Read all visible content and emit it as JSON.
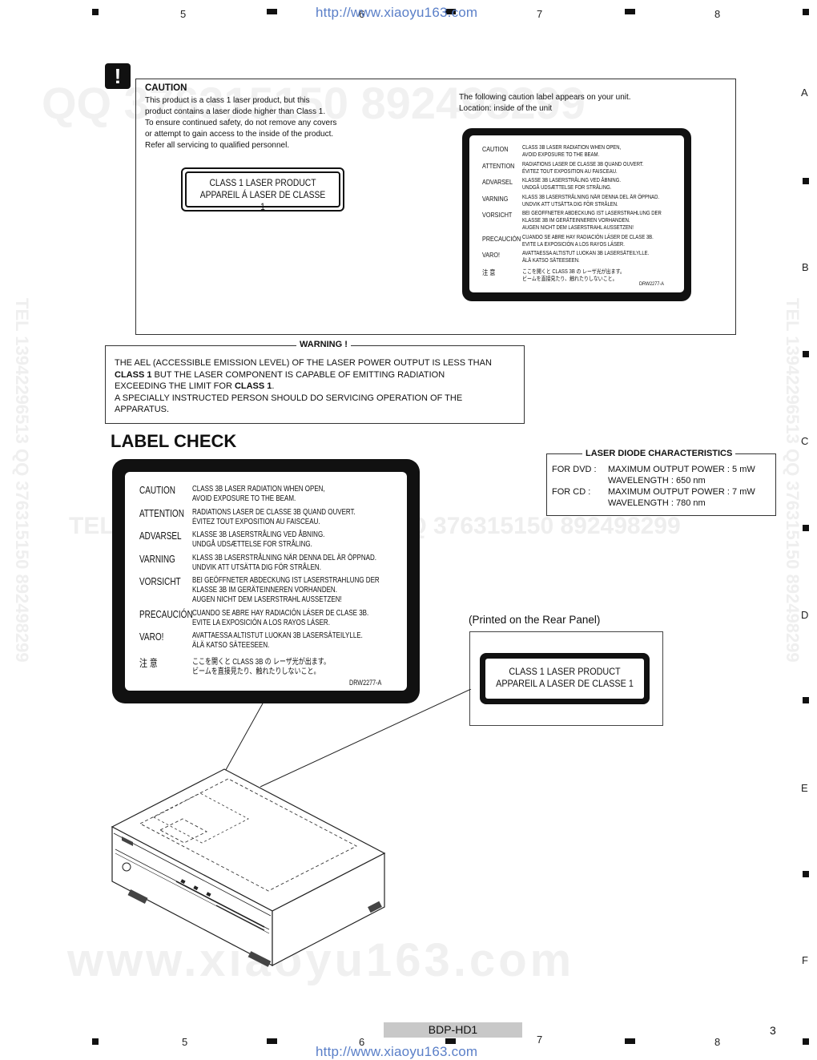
{
  "header": {
    "col_numbers": [
      "5",
      "6",
      "7",
      "8"
    ],
    "url": "http://www.xiaoyu163.com"
  },
  "row_letters": [
    "A",
    "B",
    "C",
    "D",
    "E",
    "F"
  ],
  "watermarks": {
    "qq_top": "QQ 376315150  892498299",
    "tel_left": "TEL 13942296513",
    "qq_mid": "QQ 376315150 892498299",
    "site_bottom": "www.xiaoyu163.com",
    "vertical_right": "TEL 13942296513  QQ 376315150  892498299"
  },
  "caution": {
    "title": "CAUTION",
    "lines": [
      "This product is a class 1 laser product, but this",
      "product contains a laser diode higher than Class 1.",
      "To  ensure continued safety, do not remove any covers",
      "or attempt to gain access to the inside of the product.",
      "Refer all servicing to qualified personnel."
    ],
    "class1_label": [
      "CLASS 1 LASER PRODUCT",
      "APPAREIL Á LASER DE CLASSE 1"
    ],
    "right_intro": [
      "The following caution label appears on your unit.",
      "Location: inside of the unit"
    ]
  },
  "caution_label": {
    "rows": [
      {
        "key": "CAUTION",
        "text": [
          "CLASS 3B LASER RADIATION WHEN OPEN,",
          "AVOID EXPOSURE TO THE BEAM."
        ]
      },
      {
        "key": "ATTENTION",
        "text": [
          "RADIATIONS LASER DE CLASSE 3B QUAND OUVERT.",
          "ÉVITEZ TOUT EXPOSITION AU FAISCEAU."
        ]
      },
      {
        "key": "ADVARSEL",
        "text": [
          "KLASSE 3B LASERSTRÅLING VED ÅBNING.",
          "UNDGÅ UDSÆTTELSE FOR STRÅLING."
        ]
      },
      {
        "key": "VARNING",
        "text": [
          "KLASS 3B LASERSTRÅLNING NÄR DENNA DEL ÄR ÖPPNAD.",
          "UNDVIK ATT UTSÄTTA DIG FÖR STRÅLEN."
        ]
      },
      {
        "key": "VORSICHT",
        "text": [
          "BEI GEÖFFNETER ABDECKUNG IST LASERSTRAHLUNG DER",
          "KLASSE 3B IM GERÄTEINNEREN VORHANDEN.",
          "AUGEN NICHT DEM LASERSTRAHL AUSSETZEN!"
        ]
      },
      {
        "key": "PRECAUCIÓN",
        "text": [
          "CUANDO SE ABRE HAY RADIACIÓN LÁSER DE CLASE 3B.",
          "EVITE LA EXPOSICIÓN A LOS RAYOS LÁSER."
        ]
      },
      {
        "key": "VARO!",
        "text": [
          "AVATTAESSA ALTISTUT LUOKAN 3B LASERSÄTEILYLLE.",
          "ÄLÄ KATSO SÄTEESEEN."
        ]
      },
      {
        "key": "注 意",
        "text": [
          "ここを開くと CLASS 3B の レーザ光が出ます。",
          "ビームを直接見たり、触れたりしないこと。"
        ]
      }
    ],
    "code": "DRW2277-A"
  },
  "warning": {
    "title": "WARNING !",
    "line1": "THE AEL (ACCESSIBLE EMISSION LEVEL) OF THE LASER POWER OUTPUT IS LESS THAN",
    "line2_bold": "CLASS 1",
    "line2_rest": " BUT THE LASER COMPONENT IS CAPABLE OF EMITTING RADIATION",
    "line3_pre": "EXCEEDING THE LIMIT FOR ",
    "line3_bold": "CLASS 1",
    "line3_post": ".",
    "line4": "A SPECIALLY INSTRUCTED PERSON SHOULD DO SERVICING OPERATION OF THE",
    "line5": "APPARATUS."
  },
  "label_check": {
    "heading": "LABEL CHECK",
    "rear_caption": "(Printed on the Rear Panel)",
    "rear_label": [
      "CLASS 1 LASER PRODUCT",
      "APPAREIL A LASER DE CLASSE 1"
    ]
  },
  "ldc": {
    "title": "LASER DIODE CHARACTERISTICS",
    "rows": [
      {
        "key": "FOR DVD :",
        "lines": [
          "MAXIMUM OUTPUT POWER : 5 mW",
          "WAVELENGTH : 650 nm"
        ]
      },
      {
        "key": "FOR CD :",
        "lines": [
          "MAXIMUM OUTPUT POWER : 7 mW",
          "WAVELENGTH : 780 nm"
        ]
      }
    ]
  },
  "footer": {
    "model": "BDP-HD1",
    "page": "3",
    "col_numbers": [
      "5",
      "6",
      "7",
      "8"
    ],
    "url": "http://www.xiaoyu163.com"
  }
}
